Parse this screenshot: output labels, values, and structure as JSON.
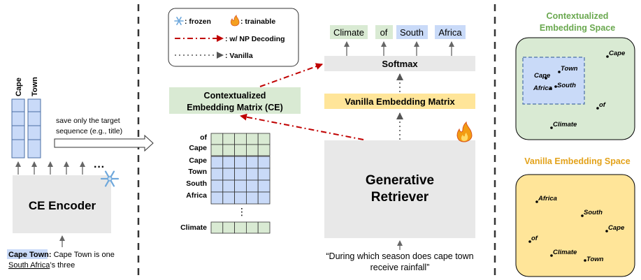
{
  "legend": {
    "frozen": ": frozen",
    "trainable": ": trainable",
    "np_decoding": ": w/ NP Decoding",
    "vanilla": ": Vanilla"
  },
  "left": {
    "vec_labels": [
      "Cape",
      "Town"
    ],
    "encoder": "CE Encoder",
    "dots": "···",
    "doc_title": "Cape Town:",
    "doc_line1_rest": " Cape Town is one",
    "doc_link": "South Africa",
    "doc_line2_rest": "’s three"
  },
  "save_note": [
    "save only the target",
    "sequence (e.g., title)"
  ],
  "middle": {
    "ce_box": [
      "Contextualized",
      "Embedding Matrix (CE)"
    ],
    "matrix_rows": [
      "of",
      "Cape",
      "Cape",
      "Town",
      "South",
      "Africa"
    ],
    "vdots": "⋮",
    "last_row": "Climate",
    "outputs": [
      "Climate",
      "of",
      "South",
      "Africa"
    ],
    "softmax": "Softmax",
    "vanilla_matrix": "Vanilla Embedding Matrix",
    "retriever": [
      "Generative",
      "Retriever"
    ],
    "query": [
      "“During which season does cape town",
      "receive rainfall”"
    ]
  },
  "right": {
    "ce_space_title": [
      "Contextualized",
      "Embedding Space"
    ],
    "ce_points": [
      "Cape",
      "Town",
      "Cape",
      "Africa",
      "South",
      "of",
      "Climate"
    ],
    "vanilla_space_title": "Vanilla Embedding Space",
    "vanilla_points": [
      "Africa",
      "South",
      "Cape",
      "of",
      "Climate",
      "Town"
    ]
  },
  "colors": {
    "green_fill": "#d9ead3",
    "green_border": "#93c47d",
    "green_title": "#6aa84f",
    "blue_fill": "#c9daf8",
    "yellow_fill": "#fff2b3",
    "yellow_title": "#e3a21a",
    "gray_box": "#e8e8e8",
    "red_arrow": "#c00000",
    "separator": "#333333"
  }
}
